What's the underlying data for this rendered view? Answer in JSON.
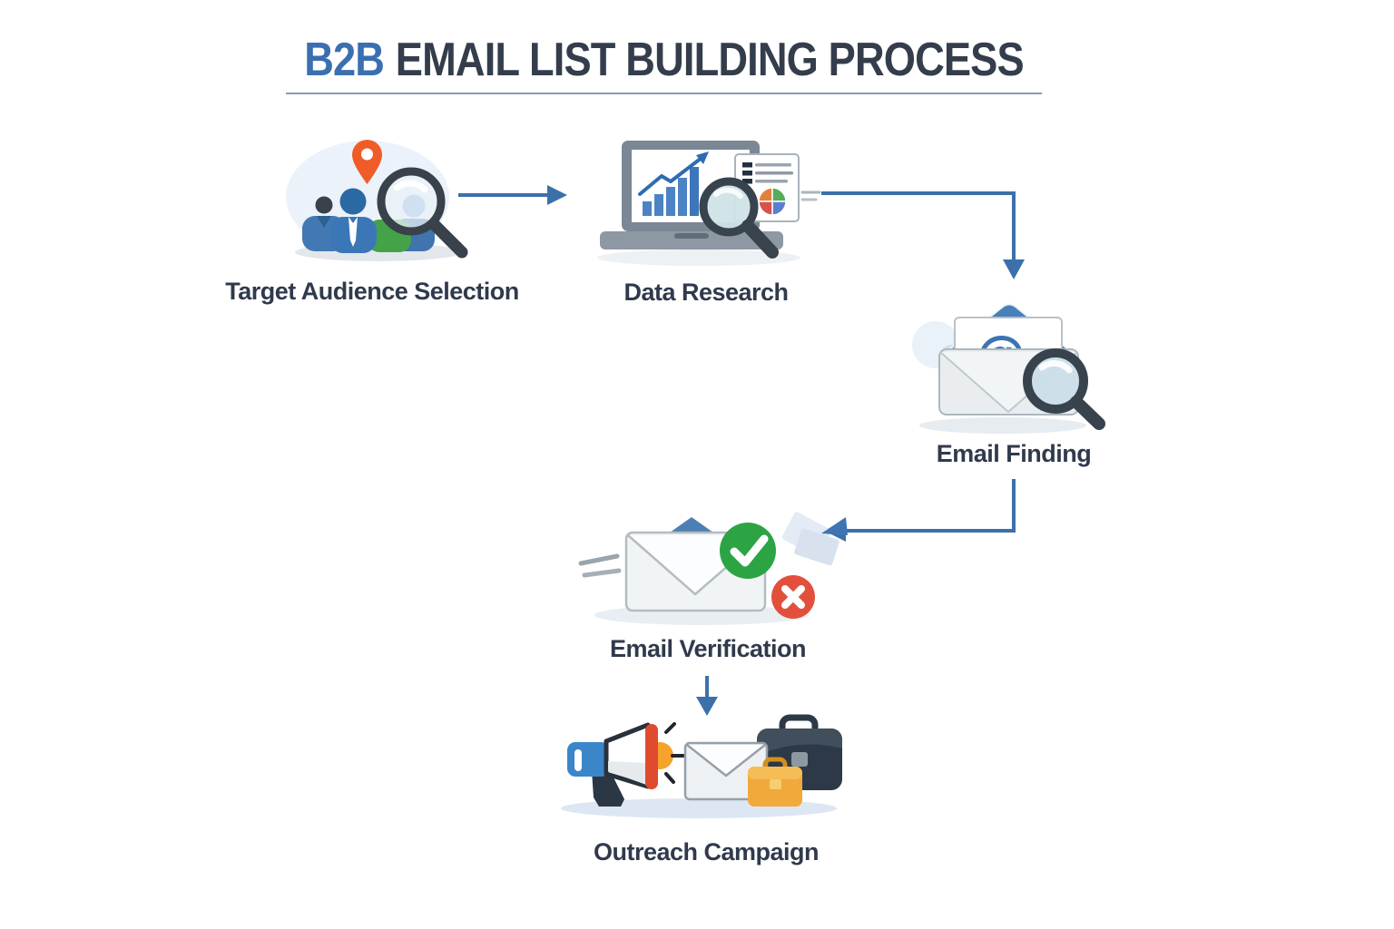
{
  "title": {
    "highlight": "B2B",
    "rest": "EMAIL LIST BUILDING PROCESS"
  },
  "steps": [
    {
      "id": "target-audience-selection",
      "label": "Target Audience Selection"
    },
    {
      "id": "data-research",
      "label": "Data Research"
    },
    {
      "id": "email-finding",
      "label": "Email Finding",
      "at_symbol": "@"
    },
    {
      "id": "email-verification",
      "label": "Email Verification"
    },
    {
      "id": "outreach-campaign",
      "label": "Outreach Campaign"
    }
  ],
  "colors": {
    "title_highlight": "#3a6fb0",
    "title_dark": "#343d4b",
    "label_dark": "#303a4c",
    "arrow_blue": "#3c70aa",
    "pin_orange": "#f05c28",
    "success_green": "#2ca444",
    "error_red": "#e2503c",
    "megaphone_red": "#e04a2e",
    "briefcase_orange": "#f2a93b",
    "icon_dark": "#39434e",
    "envelope_gray": "#e9edef",
    "flap_blue": "#4a80b8"
  }
}
